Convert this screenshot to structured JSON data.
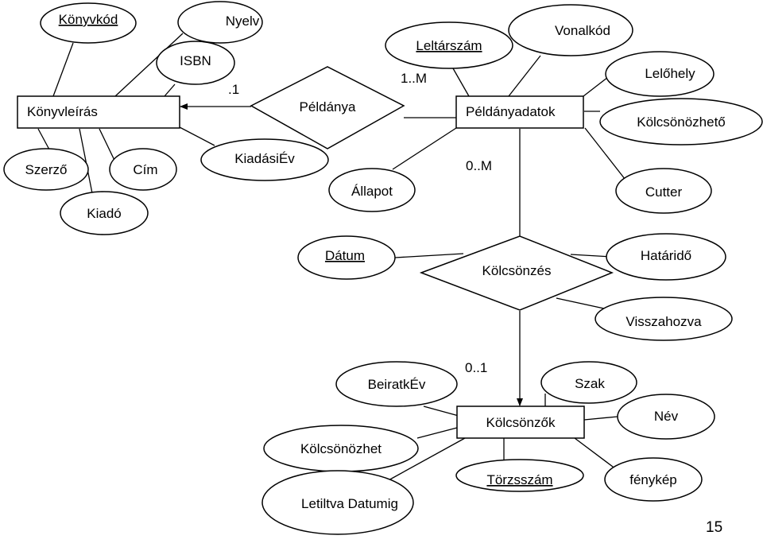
{
  "entities": {
    "konyvleiras": "Könyvleírás",
    "peldanyadatok": "Példányadatok",
    "kolcsonzok": "Kölcsönzők"
  },
  "relationships": {
    "peldanya": "Példánya",
    "kolcsonzes": "Kölcsönzés"
  },
  "attributes": {
    "konyvkod": "Könyvkód",
    "nyelv": "Nyelv",
    "isbn": "ISBN",
    "szerzo": "Szerző",
    "cim": "Cím",
    "kiado": "Kiadó",
    "kiadasiev": "KiadásiÉv",
    "leltarszam": "Leltárszám",
    "vonalkod": "Vonalkód",
    "lelohely": "Lelőhely",
    "kolcsonozheto": "Kölcsönözhető",
    "allapot": "Állapot",
    "cutter": "Cutter",
    "datum": "Dátum",
    "hatarido": "Határidő",
    "visszahozva": "Visszahozva",
    "beiratkev": "BeiratkÉv",
    "szak": "Szak",
    "nev": "Név",
    "kolcsonozhet": "Kölcsönözhet",
    "torzsszam": "Törzsszám",
    "fenykep": "fénykép",
    "letiltva": "Letiltva Datumig"
  },
  "cardinalities": {
    "one": ".1",
    "one_m": "1..M",
    "zero_m": "0..M",
    "zero_one": "0..1"
  },
  "page_number": "15"
}
